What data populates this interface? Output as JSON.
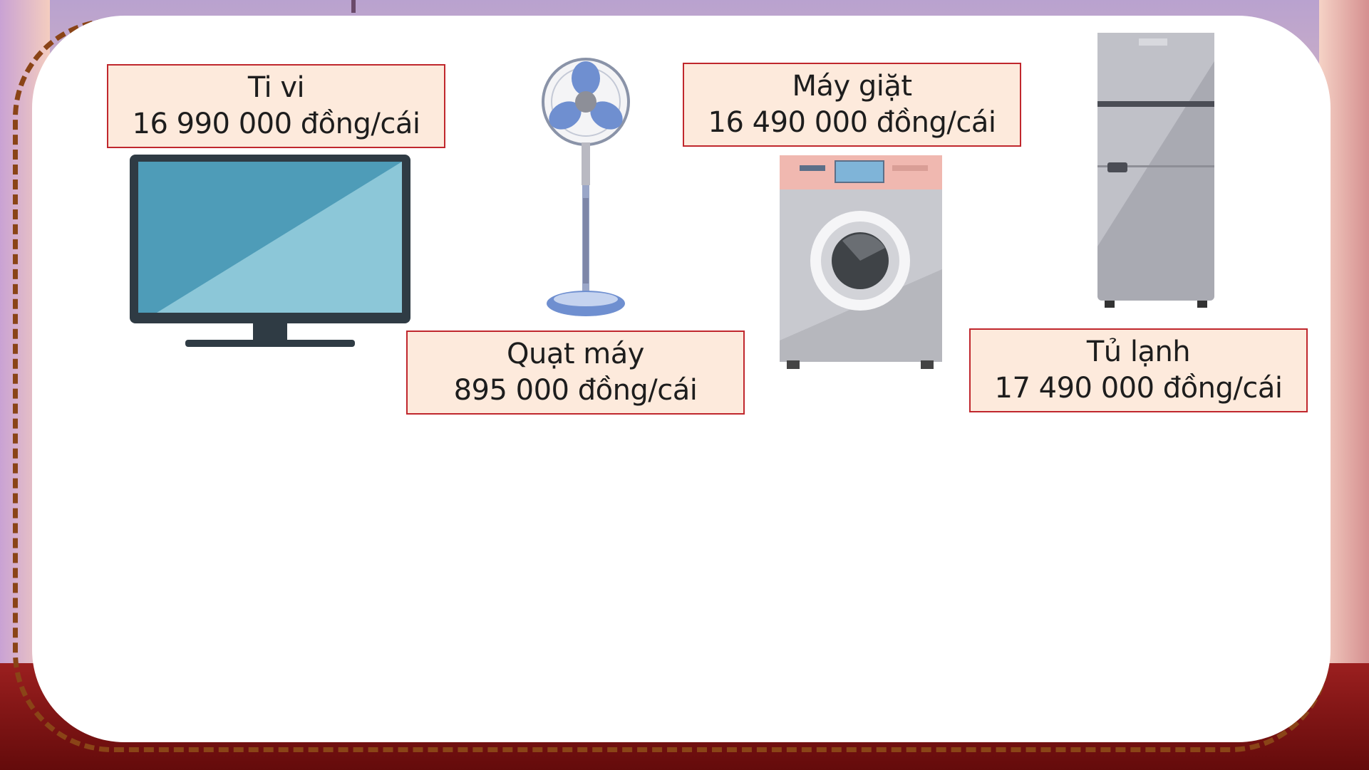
{
  "items": [
    {
      "name": "Ti vi",
      "price": "16 990 000 đồng/cái"
    },
    {
      "name": "Quạt máy",
      "price": "895 000 đồng/cái"
    },
    {
      "name": "Máy giặt",
      "price": "16 490 000 đồng/cái"
    },
    {
      "name": "Tủ lạnh",
      "price": "17 490 000 đồng/cái"
    }
  ],
  "colors": {
    "label_fill": "#fdeadc",
    "label_border": "#c0272d",
    "frame_dash": "#8a4417"
  },
  "icons": [
    "tv-icon",
    "fan-icon",
    "washing-machine-icon",
    "refrigerator-icon"
  ]
}
